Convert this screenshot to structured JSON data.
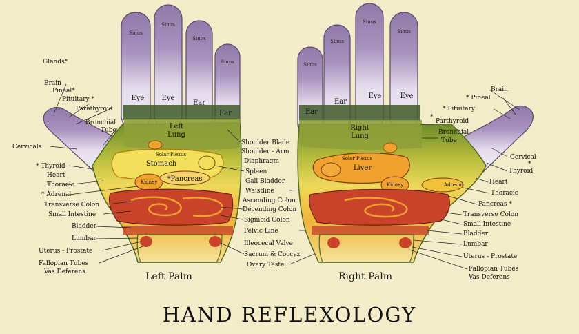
{
  "title": "HAND REFLEXOLOGY",
  "colors": {
    "background": "#f3ecc8",
    "finger_purple": "#9b86b4",
    "finger_light": "#ddd4e6",
    "lung_green": "#8fa03a",
    "organ_yellow": "#f3e05a",
    "organ_orange": "#f0a12e",
    "intestine_red": "#c8432a",
    "palm_outline": "#5a7a2a"
  },
  "left_hand": {
    "caption": "Left Palm",
    "fingertips": [
      "Sinus",
      "Sinus",
      "Sinus",
      "Sinus"
    ],
    "finger_labels": [
      "Eye",
      "Eye",
      "Ear",
      "Ear"
    ],
    "organs": {
      "lung": "Left\nLung",
      "lung_line1": "Left",
      "lung_line2": "Lung",
      "solar_plexus": "Solar Plexus",
      "stomach": "Stomach",
      "kidney": "Kidney",
      "pancreas": "*Pancreas"
    },
    "outer_labels": [
      "Glands*",
      "Brain",
      "Pineal*",
      "Pituitary *",
      "Parathyroid",
      "Bronchial",
      "Tube",
      "Cervicals",
      "* Thyroid",
      "Heart",
      "Thoracic",
      "* Adrenal",
      "Transverse Colon",
      "Small Intestine",
      "Bladder",
      "Lumbar",
      "Uterus - Prostate",
      "Fallopian Tubes",
      "Vas Deferens"
    ]
  },
  "center_labels": [
    "Shoulder Blade",
    "Shoulder - Arm",
    "Diaphragm",
    "Spleen",
    "Gall Bladder",
    "Waistline",
    "Ascending Colon",
    "Decending Colon",
    "Sigmoid Colon",
    "Pelvic Line",
    "Illeocecal Valve",
    "Sacrum & Coccyx",
    "Ovary  Teste"
  ],
  "right_hand": {
    "caption": "Right Palm",
    "fingertips": [
      "Sinus",
      "Sinus",
      "Sinus",
      "Sinus"
    ],
    "finger_labels": [
      "Eye",
      "Eye",
      "Ear",
      "Ear"
    ],
    "organs": {
      "lung_line1": "Right",
      "lung_line2": "Lung",
      "solar_plexus": "Solar Plexus",
      "liver": "Liver",
      "kidney": "Kidney",
      "adrenal": "Adrenal"
    },
    "outer_labels": [
      "Brain",
      "* Pineal",
      "* Pituitary",
      "Parthyroid",
      "Bronchial",
      "Tube",
      "*",
      "Cervical",
      "*",
      "Thyroid",
      "Heart",
      "Thoracic",
      "Pancreas *",
      "Transverse Colon",
      "Small Intestine",
      "Bladder",
      "Lumbar",
      "Uterus - Prostate",
      "Fallopian Tubes",
      "Vas Deferens"
    ]
  }
}
